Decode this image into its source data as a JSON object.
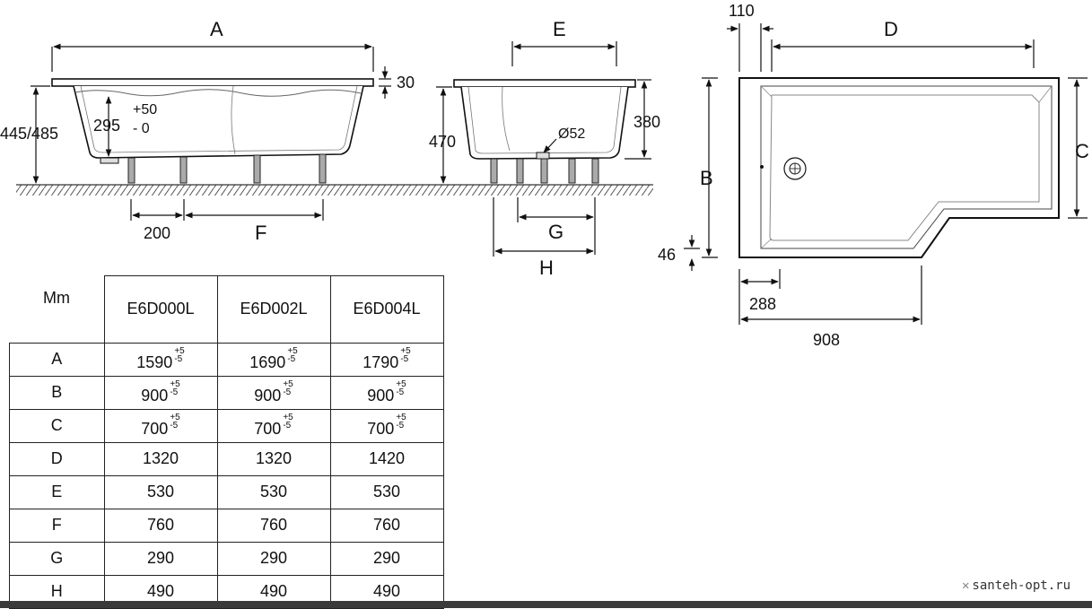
{
  "diagram": {
    "side_view": {
      "length_label": "A",
      "rim_label": "30",
      "height_label": "445/485",
      "water_label": "295",
      "tol_plus": "+50",
      "tol_minus": "- 0",
      "leg_offset_label": "200",
      "leg_span_label": "F"
    },
    "end_view": {
      "width_label": "E",
      "height_label": "470",
      "depth_label": "380",
      "drain_label": "Ø52",
      "leg_span_g_label": "G",
      "leg_span_h_label": "H"
    },
    "plan_view": {
      "offset_label": "110",
      "length_label": "D",
      "width_label": "B",
      "narrow_label": "C",
      "step_label": "46",
      "inner_label": "288",
      "section_label": "908"
    }
  },
  "table": {
    "unit_label": "Mm",
    "models": [
      "E6D000L",
      "E6D002L",
      "E6D004L"
    ],
    "rows": [
      {
        "param": "A",
        "values": [
          "1590",
          "1690",
          "1790"
        ],
        "tol_plus": "+5",
        "tol_minus": "-5"
      },
      {
        "param": "B",
        "values": [
          "900",
          "900",
          "900"
        ],
        "tol_plus": "+5",
        "tol_minus": "-5"
      },
      {
        "param": "C",
        "values": [
          "700",
          "700",
          "700"
        ],
        "tol_plus": "+5",
        "tol_minus": "-5"
      },
      {
        "param": "D",
        "values": [
          "1320",
          "1320",
          "1420"
        ],
        "tol_plus": "",
        "tol_minus": ""
      },
      {
        "param": "E",
        "values": [
          "530",
          "530",
          "530"
        ],
        "tol_plus": "",
        "tol_minus": ""
      },
      {
        "param": "F",
        "values": [
          "760",
          "760",
          "760"
        ],
        "tol_plus": "",
        "tol_minus": ""
      },
      {
        "param": "G",
        "values": [
          "290",
          "290",
          "290"
        ],
        "tol_plus": "",
        "tol_minus": ""
      },
      {
        "param": "H",
        "values": [
          "490",
          "490",
          "490"
        ],
        "tol_plus": "",
        "tol_minus": ""
      }
    ]
  },
  "watermark": {
    "icon": "cross-arrows-icon",
    "text": "santeh-opt.ru"
  }
}
